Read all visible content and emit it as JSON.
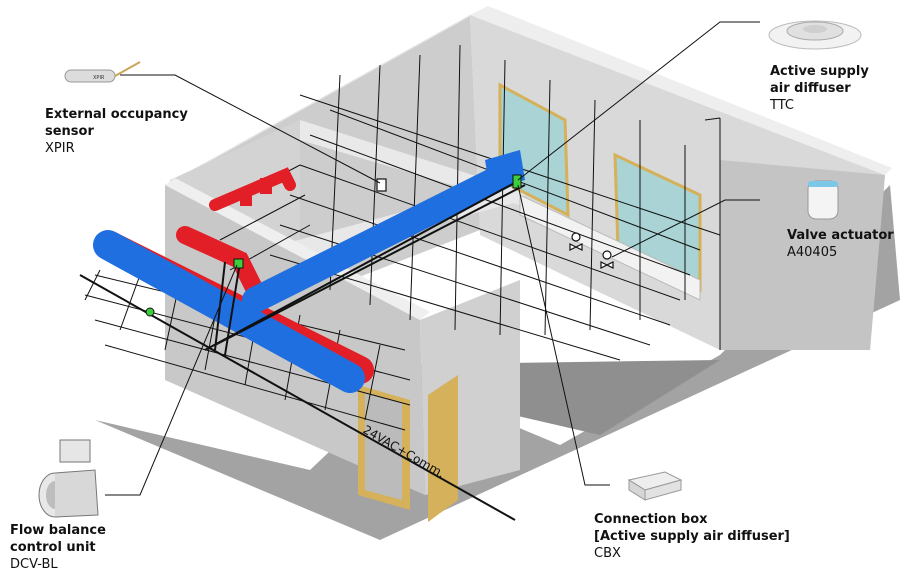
{
  "colors": {
    "floor": "#9e9e9e",
    "wall_light": "#e3e3e3",
    "wall_mid": "#cfcfcf",
    "wall_dark": "#b9b9b9",
    "supply_duct": "#1f6fe0",
    "extract_duct": "#e21f26",
    "window_glass": "#a9d3d4",
    "door": "#d4b15a",
    "wire": "#111111",
    "device_green": "#3ccf3c"
  },
  "callouts": {
    "occupancy_sensor": {
      "title": "External occupancy\nsensor",
      "model": "XPIR",
      "icon": "occupancy-sensor-icon"
    },
    "supply_diffuser": {
      "title": "Active supply\nair diffuser",
      "model": "TTC",
      "icon": "ceiling-diffuser-icon"
    },
    "valve_actuator": {
      "title": "Valve actuator",
      "model": "A40405",
      "icon": "valve-actuator-icon"
    },
    "flow_unit": {
      "title": "Flow balance\ncontrol unit",
      "model": "DCV-BL",
      "icon": "damper-unit-icon"
    },
    "connection_box": {
      "title": "Connection box\n[Active supply air diffuser]",
      "model": "CBX",
      "icon": "connection-box-icon"
    }
  },
  "cable_label": "24VAC+Comm.",
  "symbols": [
    "valve-symbol",
    "valve-symbol",
    "sensor-symbol"
  ]
}
